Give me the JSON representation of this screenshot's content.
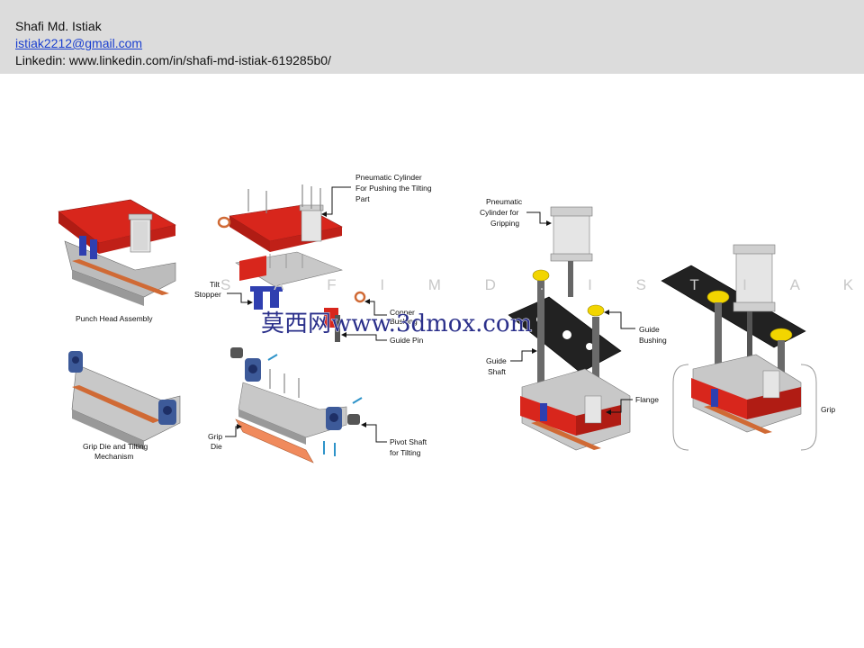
{
  "header": {
    "name": "Shafi Md. Istiak",
    "email": "istiak2212@gmail.com",
    "linkedin": "Linkedin: www.linkedin.com/in/shafi-md-istiak-619285b0/"
  },
  "labels": {
    "punch_head": "Punch Head  Assembly",
    "grip_die_tilting_1": "Grip Die and Tilting",
    "grip_die_tilting_2": "Mechanism",
    "pneumatic_push_1": "Pneumatic Cylinder",
    "pneumatic_push_2": "For Pushing the Tilting",
    "pneumatic_push_3": "Part",
    "tilt_stopper_1": "Tilt",
    "tilt_stopper_2": "Stopper",
    "copper_bushing_1": "Copper",
    "copper_bushing_2": "Bushing",
    "guide_pin": "Guide Pin",
    "grip_die_1": "Grip",
    "grip_die_2": "Die",
    "pivot_shaft_1": "Pivot Shaft",
    "pivot_shaft_2": "for Tilting",
    "pneumatic_grip_1": "Pneumatic",
    "pneumatic_grip_2": "Cylinder for",
    "pneumatic_grip_3": "Gripping",
    "guide_bushing_1": "Guide",
    "guide_bushing_2": "Bushing",
    "guide_shaft_1": "Guide",
    "guide_shaft_2": "Shaft",
    "flange": "Flange",
    "grip": "Grip"
  },
  "watermark": {
    "main": "莫西网www.3dmox.com",
    "faint": "S A F I   M D .   I S T I A K"
  },
  "colors": {
    "red": "#d8261c",
    "blue": "#2f3fb0",
    "slate": "#3d5a99",
    "gray": "#bcbcbc",
    "dark": "#222222",
    "copper": "#d06a35",
    "yellow": "#f2d500",
    "cyan": "#2e93c9"
  }
}
